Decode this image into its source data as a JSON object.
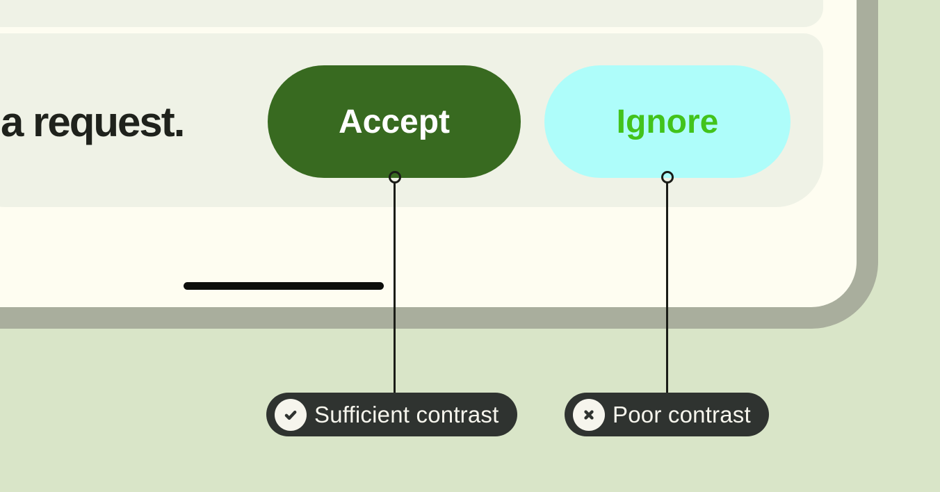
{
  "illustration": {
    "phone_mock": {
      "message_text": "a request.",
      "buttons": [
        {
          "label": "Accept"
        },
        {
          "label": "Ignore"
        }
      ]
    },
    "callouts": [
      {
        "icon": "check-circle-icon",
        "label": "Sufficient contrast"
      },
      {
        "icon": "x-circle-icon",
        "label": "Poor contrast"
      }
    ]
  },
  "colors": {
    "background": "#d9e5c8",
    "screen_bezel": "#a9ae9d",
    "screen_background": "#fefdf1",
    "card_background": "#eff2e6",
    "message_text": "#1f221c",
    "accept_button_bg": "#386a20",
    "accept_button_text": "#ffffff",
    "ignore_button_bg": "#aefdfa",
    "ignore_button_text": "#42c31b",
    "callout_bg": "#2f3330",
    "callout_text": "#f6f5ed",
    "connector": "#1a1c17",
    "home_indicator": "#0d0e0b"
  }
}
